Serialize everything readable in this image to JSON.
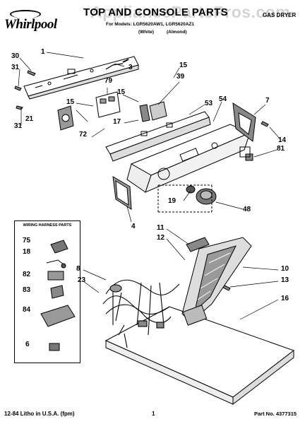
{
  "header": {
    "brand": "Whirlpool",
    "title": "TOP AND CONSOLE PARTS",
    "model_line": "For Models: LGR5620AW1, LGR5620AZ1",
    "color_white": "(White)",
    "color_almond": "(Almond)",
    "product": "GAS DRYER"
  },
  "watermark": "AppliancePartsPros.com",
  "harness_box": {
    "title": "WIRING HARNESS PARTS",
    "labels": [
      "75",
      "18",
      "82",
      "83",
      "84",
      "6"
    ]
  },
  "callouts": [
    "1",
    "30",
    "31",
    "3",
    "15",
    "39",
    "79",
    "15",
    "7",
    "54",
    "53",
    "15",
    "21",
    "17",
    "72",
    "14",
    "81",
    "31",
    "19",
    "48",
    "4",
    "11",
    "12",
    "10",
    "8",
    "23",
    "13",
    "16"
  ],
  "footer": {
    "left": "12-84 Litho in U.S.A. (fpm)",
    "page": "1",
    "part_no": "Part No. 4377315"
  }
}
